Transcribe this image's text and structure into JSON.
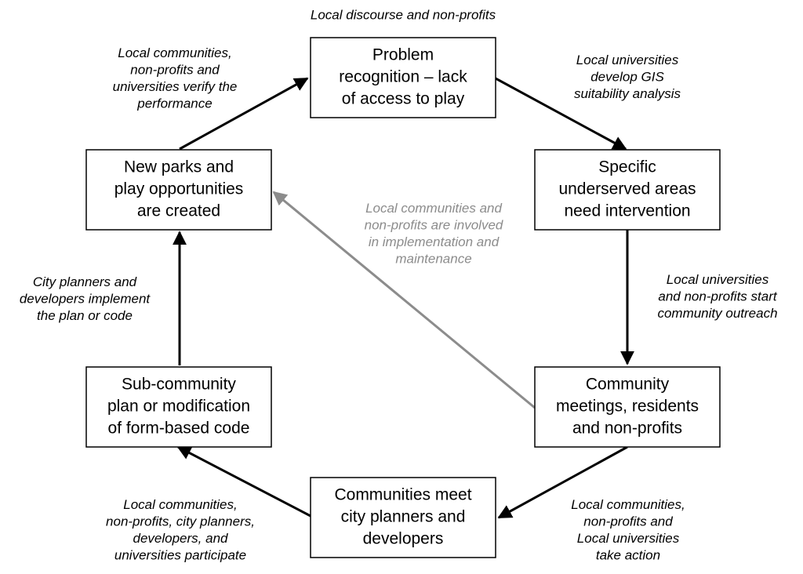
{
  "colors": {
    "primary_arrow": "#000000",
    "secondary_arrow": "#8c8c8c",
    "secondary_text": "#8c8c8c",
    "text": "#000000"
  },
  "nodes": {
    "problem": [
      "Problem",
      "recognition – lack",
      "of access to play"
    ],
    "underserved": [
      "Specific",
      "underserved areas",
      "need intervention"
    ],
    "meetings": [
      "Community",
      "meetings, residents",
      "and non-profits"
    ],
    "planners": [
      "Communities meet",
      "city planners and",
      "developers"
    ],
    "subplan": [
      "Sub-community",
      "plan or modification",
      "of form-based code"
    ],
    "parks": [
      "New parks and",
      "play opportunities",
      "are created"
    ]
  },
  "edge_labels": {
    "top": [
      "Local discourse and non-profits"
    ],
    "verify": [
      "Local communities,",
      "non-profits and",
      "universities verify the",
      "performance"
    ],
    "gis": [
      "Local universities",
      "develop GIS",
      "suitability analysis"
    ],
    "outreach": [
      "Local universities",
      "and non-profits start",
      "community outreach"
    ],
    "action": [
      "Local communities,",
      "non-profits and",
      "Local universities",
      "take action"
    ],
    "participate": [
      "Local communities,",
      "non-profits, city planners,",
      "developers, and",
      "universities participate"
    ],
    "implement": [
      "City planners and",
      "developers implement",
      "the plan or code"
    ],
    "involved": [
      "Local communities and",
      "non-profits are involved",
      "in implementation and",
      "maintenance"
    ]
  }
}
